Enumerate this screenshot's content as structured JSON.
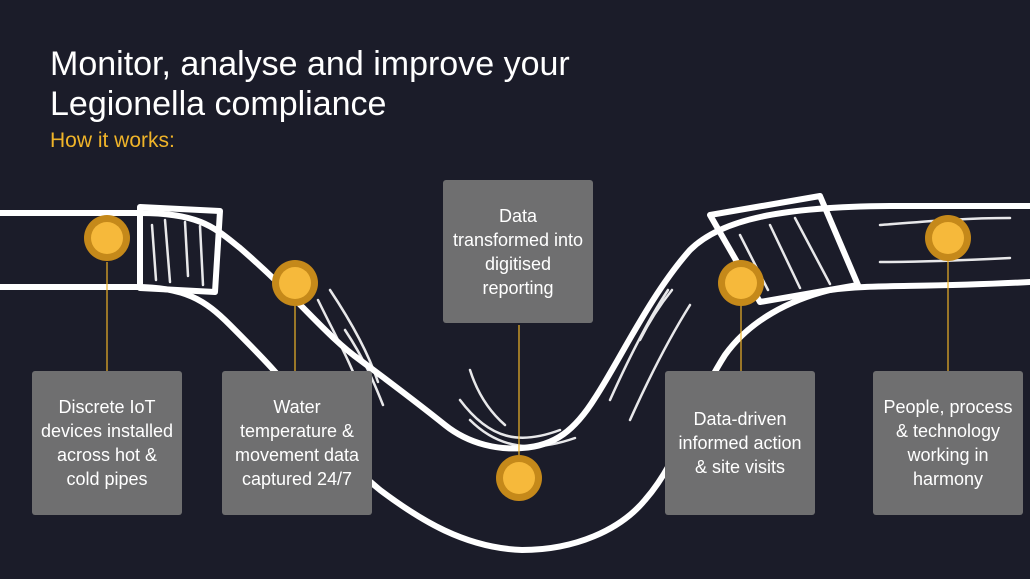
{
  "header": {
    "title": "Monitor, analyse and improve your Legionella compliance",
    "subtitle": "How it works:"
  },
  "colors": {
    "background": "#1b1c29",
    "accent": "#f0b429",
    "node_fill": "#f6b93b",
    "node_ring": "#c5891a",
    "card": "#6f6f70",
    "pipe": "#ffffff"
  },
  "steps": [
    {
      "label": "Discrete IoT devices installed across hot & cold pipes"
    },
    {
      "label": "Water temperature & movement data captured 24/7"
    },
    {
      "label": "Data transformed into digitised reporting"
    },
    {
      "label": "Data-driven informed action & site visits"
    },
    {
      "label": "People, process & technology working in harmony"
    }
  ]
}
